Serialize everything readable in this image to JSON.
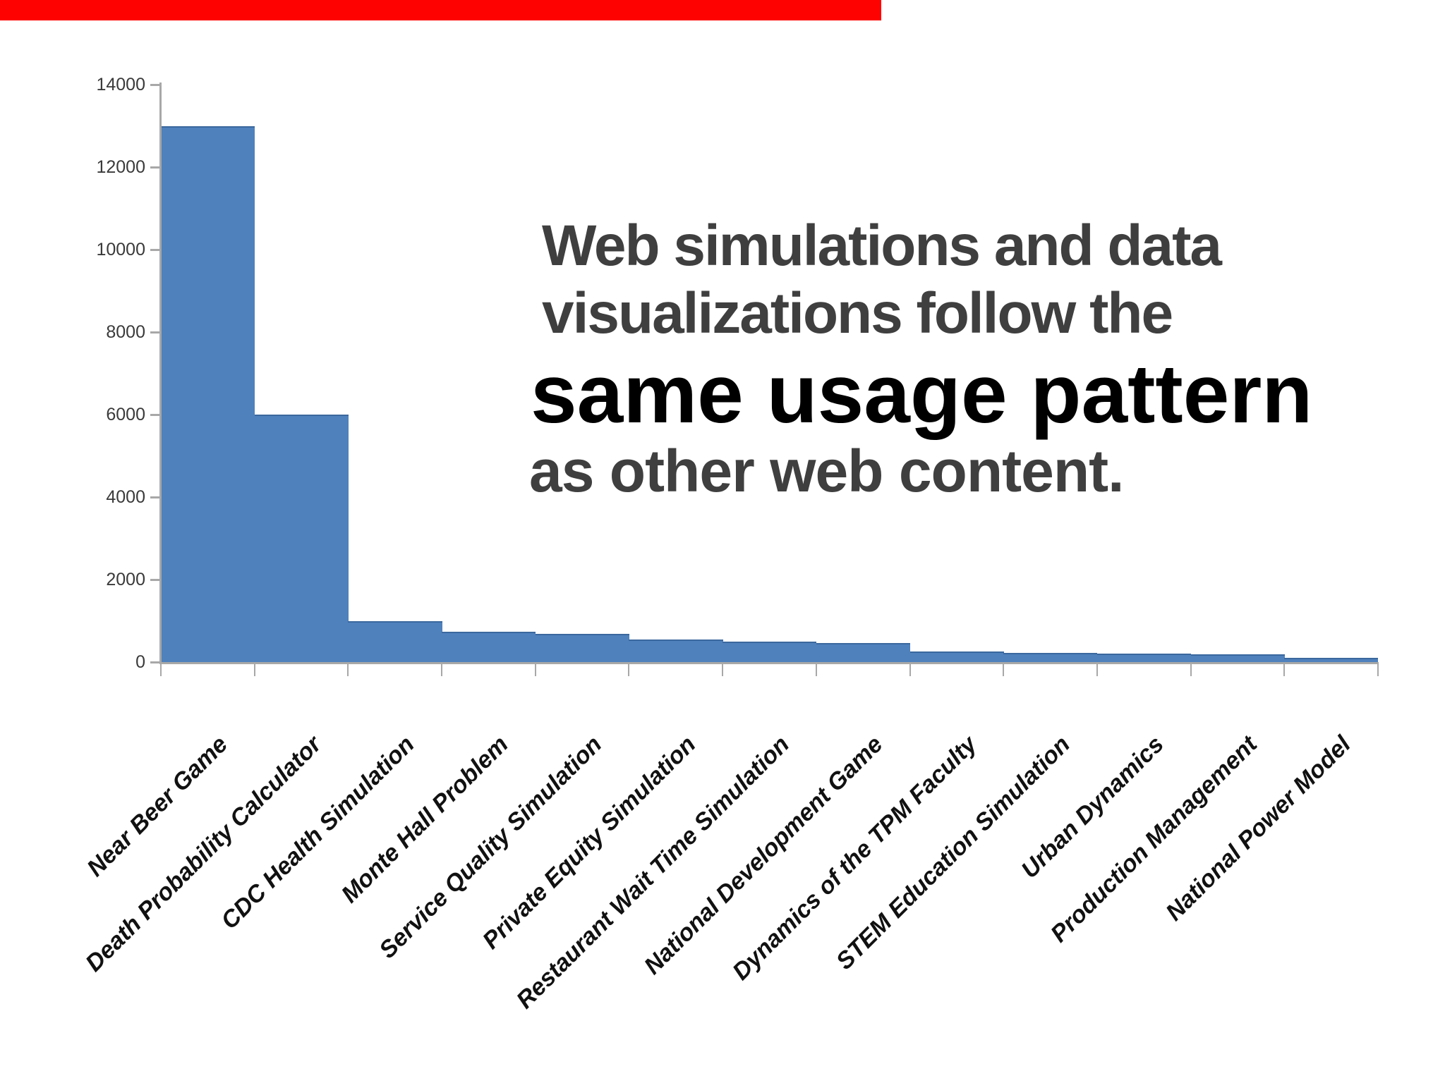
{
  "progress_bar": {
    "color": "#fe0101",
    "percent_watched": 61
  },
  "headline": {
    "line1": "Web simulations and data",
    "line2": "visualizations follow the",
    "emphasis": "same usage pattern",
    "line4": "as other web content.",
    "text_color": "#3f3f3f",
    "emphasis_color": "#000000"
  },
  "chart_data": {
    "type": "bar",
    "title": "",
    "xlabel": "",
    "ylabel": "",
    "categories": [
      "Near Beer Game",
      "Death Probability Calculator",
      "CDC Health Simulation",
      "Monte Hall Problem",
      "Service Quality Simulation",
      "Private Equity Simulation",
      "Restaurant Wait Time Simulation",
      "National Development Game",
      "Dynamics of the TPM Faculty",
      "STEM Education Simulation",
      "Urban Dynamics",
      "Production Management",
      "National Power Model"
    ],
    "values": [
      13000,
      6000,
      1000,
      730,
      680,
      550,
      500,
      470,
      260,
      230,
      200,
      180,
      110
    ],
    "ylim": [
      0,
      14000
    ],
    "yticks": [
      0,
      2000,
      4000,
      6000,
      8000,
      10000,
      12000,
      14000
    ],
    "grid": false,
    "legend": false,
    "bar_gap": 0,
    "bar_color": "#4f81bd",
    "axis_color": "#a8a8a8",
    "ytick_label_color": "#3a3a3a",
    "category_label_color": "#111111",
    "category_label_rotation_deg": 45
  }
}
